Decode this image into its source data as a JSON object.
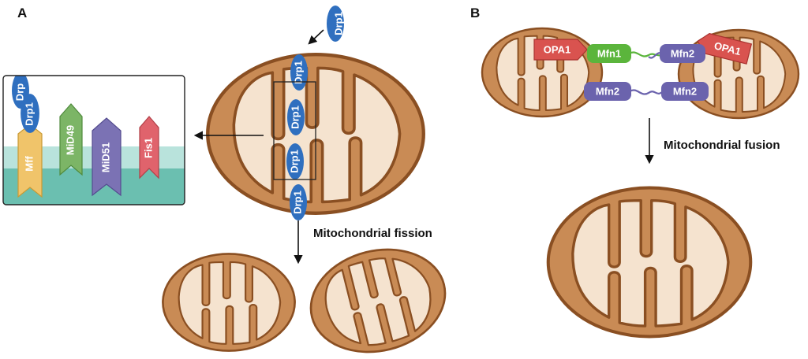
{
  "panels": {
    "a": "A",
    "b": "B"
  },
  "labels": {
    "drp1": "Drp1",
    "drp1_partial": "Drp",
    "mff": "Mff",
    "mid49": "MiD49",
    "mid51": "MiD51",
    "fis1": "Fis1",
    "opa1": "OPA1",
    "mfn1": "Mfn1",
    "mfn2": "Mfn2"
  },
  "captions": {
    "fission": "Mitochondrial fission",
    "fusion": "Mitochondrial fusion"
  },
  "colors": {
    "outer_membrane": "#c98b55",
    "membrane_edge": "#8a4f22",
    "matrix": "#f5e3cf",
    "drp1": "#2f6fbf",
    "mff": "#f0c46a",
    "mid49": "#7cb566",
    "mid51": "#7b72b4",
    "fis1": "#e0636c",
    "opa1": "#d9534f",
    "mfn1": "#5bb53c",
    "mfn2": "#6b63ad",
    "membrane_light": "#b9e3dc",
    "membrane_dark": "#6bbfb0"
  }
}
